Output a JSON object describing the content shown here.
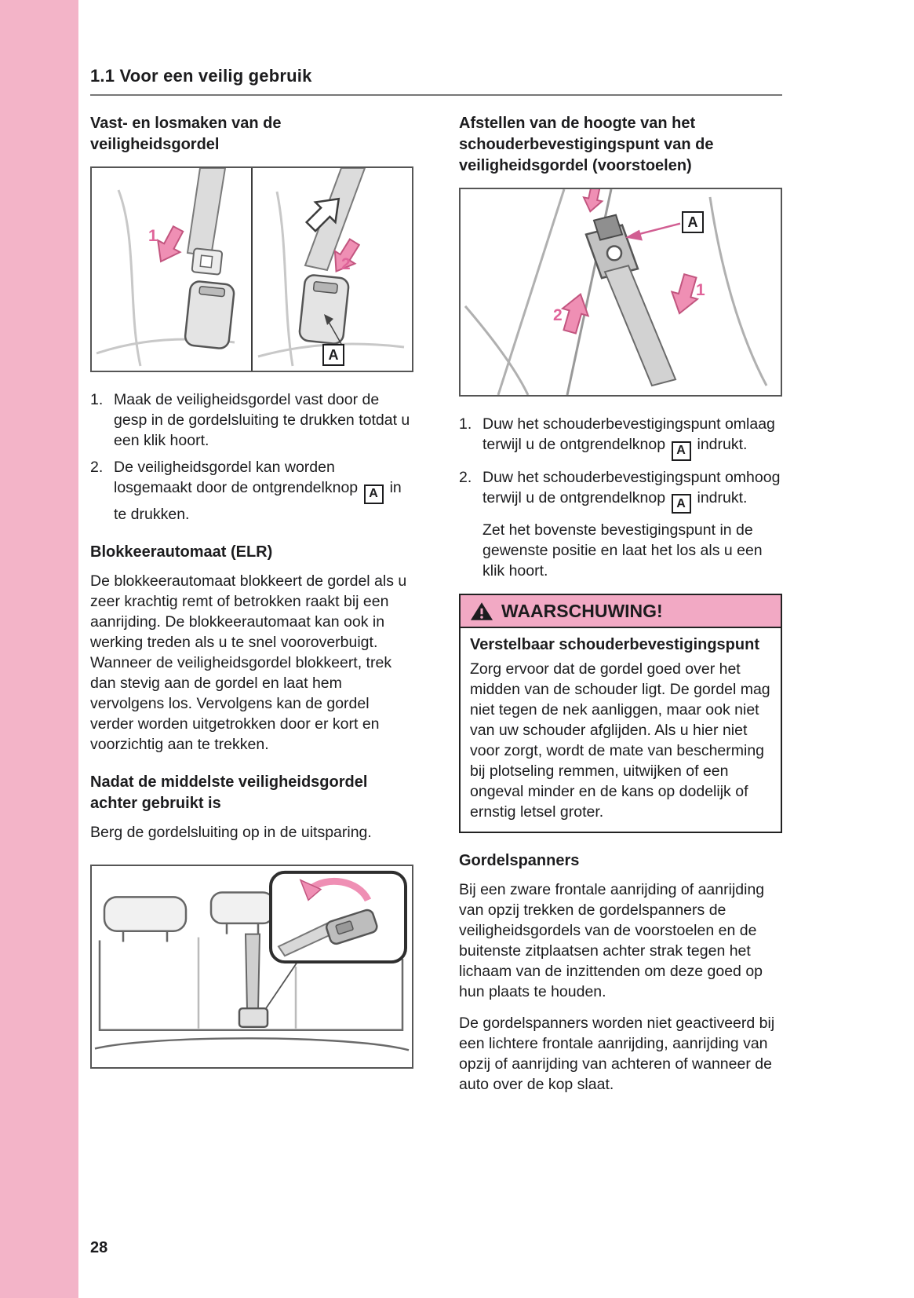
{
  "page": {
    "header": "1.1  Voor een veilig gebruik",
    "page_number": "28"
  },
  "colors": {
    "accent_pink": "#f3b4c8",
    "arrow_pink": "#ef8fb4",
    "warning_header_pink": "#f2a9c4",
    "figure_number_pink": "#e0649a"
  },
  "icons": {
    "warning": "warning-triangle-icon"
  },
  "left": {
    "heading1": "Vast- en losmaken van de veiligheidsgordel",
    "fig1": {
      "label1": "1",
      "label2": "2",
      "labelA": "A"
    },
    "item1": {
      "num": "1.",
      "text": "Maak de veiligheidsgordel vast door de gesp in de gordelsluiting te drukken totdat u een klik hoort."
    },
    "item2": {
      "num": "2.",
      "before": "De veiligheidsgordel kan worden losgemaakt door de ontgrendelknop",
      "box": "A",
      "after": "in te drukken."
    },
    "heading2": "Blokkeerautomaat (ELR)",
    "para1": "De blokkeerautomaat blokkeert de gordel als u zeer krachtig remt of betrokken raakt bij een aanrijding. De blokkeerautomaat kan ook in werking treden als u te snel vooroverbuigt. Wanneer de veiligheidsgordel blokkeert, trek dan stevig aan de gordel en laat hem vervolgens los. Vervolgens kan de gordel verder worden uitgetrokken door er kort en voorzichtig aan te trekken.",
    "heading3": "Nadat de middelste veiligheidsgordel achter gebruikt is",
    "para2": "Berg de gordelsluiting op in de uitsparing."
  },
  "right": {
    "heading1": "Afstellen van de hoogte van het schouderbevestigingspunt van de veiligheidsgordel (voorstoelen)",
    "fig2": {
      "label1": "1",
      "label2": "2",
      "labelA": "A"
    },
    "item1": {
      "num": "1.",
      "before": "Duw het schouderbevestigingspunt omlaag terwijl u de ontgrendelknop",
      "box": "A",
      "after": "indrukt."
    },
    "item2": {
      "num": "2.",
      "before": "Duw het schouderbevestigingspunt omhoog terwijl u de ontgrendelknop",
      "box": "A",
      "after": "indrukt."
    },
    "list_note": "Zet het bovenste bevestigingspunt in de gewenste positie en laat het los als u een klik hoort.",
    "warning": {
      "title": "WAARSCHUWING!",
      "heading": "Verstelbaar schouderbevestigingspunt",
      "text": "Zorg ervoor dat de gordel goed over het midden van de schouder ligt. De gordel mag niet tegen de nek aanliggen, maar ook niet van uw schouder afglijden. Als u hier niet voor zorgt, wordt de mate van bescherming bij plotseling remmen, uitwijken of een ongeval minder en de kans op dodelijk of ernstig letsel groter."
    },
    "heading2": "Gordelspanners",
    "para1": "Bij een zware frontale aanrijding of aanrijding van opzij trekken de gordelspanners de veiligheidsgordels van de voorstoelen en de buitenste zitplaatsen achter strak tegen het lichaam van de inzittenden om deze goed op hun plaats te houden.",
    "para2": "De gordelspanners worden niet geactiveerd bij een lichtere frontale aanrijding, aanrijding van opzij of aanrijding van achteren of wanneer de auto over de kop slaat."
  }
}
